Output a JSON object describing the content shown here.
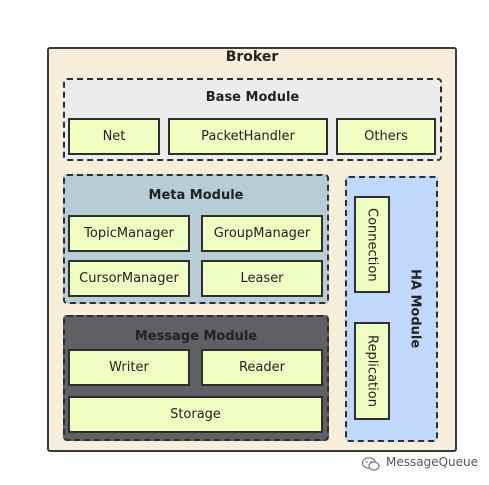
{
  "broker": {
    "title": "Broker"
  },
  "base_module": {
    "title": "Base Module",
    "items": [
      "Net",
      "PacketHandler",
      "Others"
    ]
  },
  "meta_module": {
    "title": "Meta Module",
    "items": [
      "TopicManager",
      "GroupManager",
      "CursorManager",
      "Leaser"
    ]
  },
  "message_module": {
    "title": "Message Module",
    "items": [
      "Writer",
      "Reader",
      "Storage"
    ]
  },
  "ha_module": {
    "title": "HA Module",
    "items": [
      "Connection",
      "Replication"
    ]
  },
  "watermark": {
    "text": "MessageQueue",
    "icon": "wechat-icon"
  },
  "colors": {
    "broker_bg": "#f7efd9",
    "base_bg": "#ececec",
    "meta_bg": "#b7cdd5",
    "message_bg": "#5f6066",
    "ha_bg": "#bfd8fb",
    "leaf_bg": "#efffc2"
  }
}
